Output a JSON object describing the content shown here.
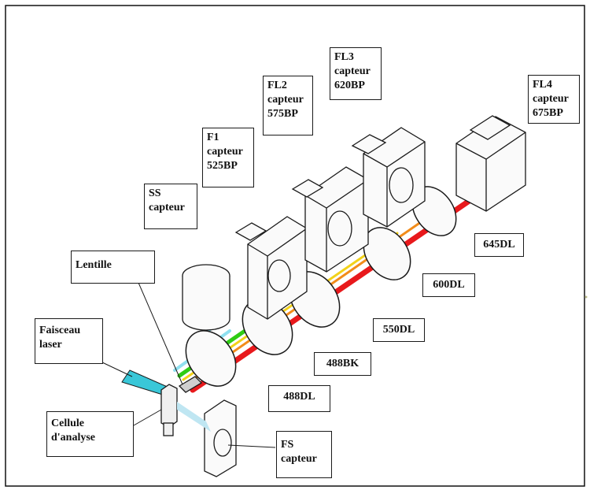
{
  "labels": {
    "fl4": [
      "FL4",
      "capteur",
      "675BP"
    ],
    "fl3": [
      "FL3",
      "capteur",
      "620BP"
    ],
    "fl2": [
      "FL2",
      "capteur",
      "575BP"
    ],
    "f1": [
      "F1",
      "capteur",
      "525BP"
    ],
    "ss": [
      "SS",
      "capteur"
    ],
    "lentille": [
      "Lentille"
    ],
    "faisceau": [
      "Faisceau",
      "laser"
    ],
    "cellule": [
      "Cellule",
      "d'analyse"
    ],
    "fs": [
      "FS",
      "capteur"
    ]
  },
  "filters": {
    "dl645": "645DL",
    "dl600": "600DL",
    "dl550": "550DL",
    "bk488": "488BK",
    "dl488": "488DL"
  },
  "colors": {
    "red": "#e8191c",
    "green": "#2ecc14",
    "yellow": "#f2d21a",
    "orange": "#f28c1a",
    "cyan": "#8fe0f0",
    "laser": "#39c7d8",
    "outline": "#1a1a1a"
  }
}
